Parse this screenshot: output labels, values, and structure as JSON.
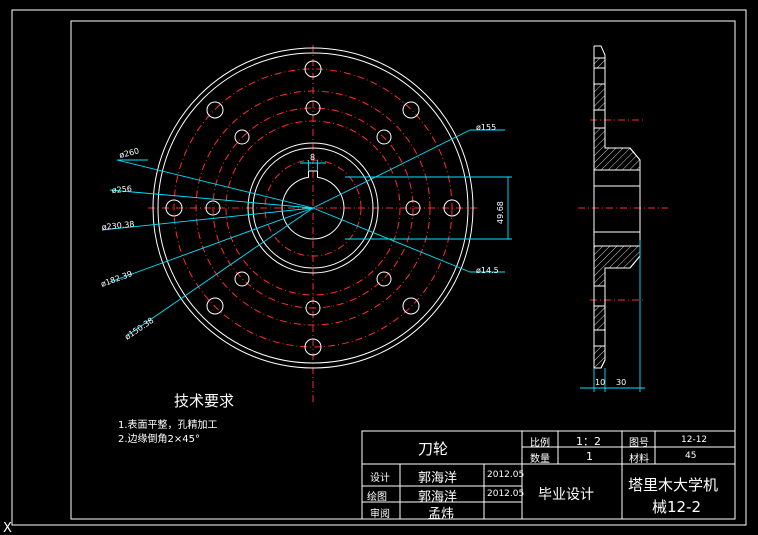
{
  "tech_requirements": {
    "title": "技术要求",
    "item1": "1.表面平整，孔精加工",
    "item2": "2.边缘倒角2×45°"
  },
  "front_view_dims": {
    "d_outer": "ø260",
    "d_256": "ø256",
    "d_230": "ø230.38",
    "d_182": "ø182.39",
    "d_150": "ø150.38",
    "d_155": "ø155",
    "d_14_5": "ø14.5",
    "key_width": "8",
    "bore_depth": "49.68"
  },
  "side_view_dims": {
    "thickness": "10",
    "hub_length": "30"
  },
  "title_block": {
    "part_name": "刀轮",
    "scale_label": "比例",
    "scale_value": "1：2",
    "qty_label": "数量",
    "qty_value": "1",
    "drawing_no_label": "图号",
    "drawing_no_value": "12-12",
    "material_label": "材料",
    "material_value": "45",
    "design_label": "设计",
    "design_name": "郭海洋",
    "design_date": "2012.05",
    "draw_label": "绘图",
    "draw_name": "郭海洋",
    "draw_date": "2012.05",
    "review_label": "审阅",
    "review_name": "孟炜",
    "project": "毕业设计",
    "school": "塔里木大学机",
    "class": "械12-2"
  },
  "ucs_marker": "X"
}
